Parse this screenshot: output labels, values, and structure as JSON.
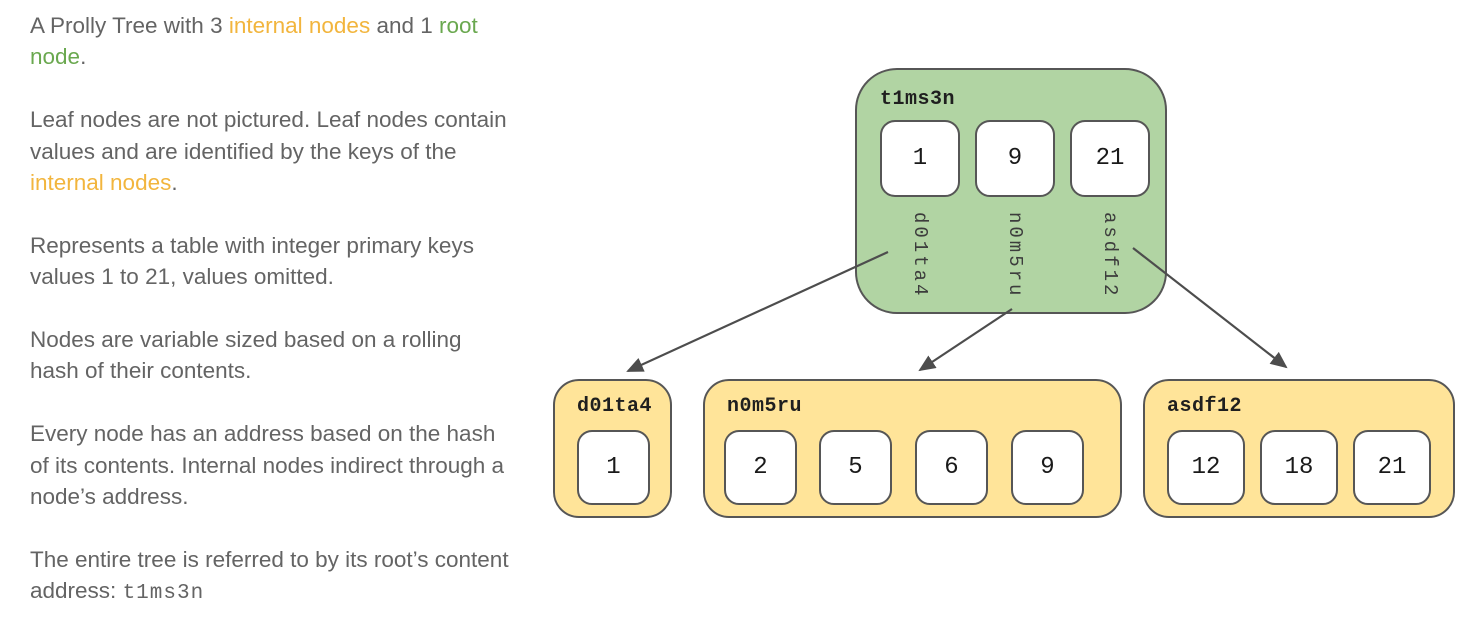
{
  "notes": {
    "p1": {
      "pre": "A Prolly Tree with 3 ",
      "internal": "internal nodes",
      "mid": " and 1 ",
      "root": "root node",
      "post": "."
    },
    "p2": {
      "pre": "Leaf nodes are not pictured. Leaf nodes contain values and are identified by the keys of the ",
      "internal": "internal nodes",
      "post": "."
    },
    "p3": "Represents a table with integer primary keys values 1 to 21, values omitted.",
    "p4": "Nodes are variable sized based on a rolling hash of their contents.",
    "p5": "Every node has an address based on the hash of its contents. Internal nodes indirect through a node’s address.",
    "p6": {
      "pre": "The entire tree is referred to by its root’s content address: ",
      "code": "t1ms3n"
    }
  },
  "tree": {
    "root": {
      "address": "t1ms3n",
      "entries": [
        {
          "key": "1",
          "child": "d01ta4"
        },
        {
          "key": "9",
          "child": "n0m5ru"
        },
        {
          "key": "21",
          "child": "asdf12"
        }
      ]
    },
    "children": [
      {
        "address": "d01ta4",
        "keys": [
          "1"
        ]
      },
      {
        "address": "n0m5ru",
        "keys": [
          "2",
          "5",
          "6",
          "9"
        ]
      },
      {
        "address": "asdf12",
        "keys": [
          "12",
          "18",
          "21"
        ]
      }
    ],
    "edges": [
      {
        "from": "t1ms3n",
        "to": "d01ta4"
      },
      {
        "from": "t1ms3n",
        "to": "n0m5ru"
      },
      {
        "from": "t1ms3n",
        "to": "asdf12"
      }
    ]
  },
  "colors": {
    "root_fill": "#b1d4a3",
    "internal_fill": "#ffe499",
    "node_border": "#565656",
    "arrow": "#4d4d4d",
    "body_text": "#646464",
    "highlight_internal": "#f2b53d",
    "highlight_root": "#6aa84f"
  }
}
